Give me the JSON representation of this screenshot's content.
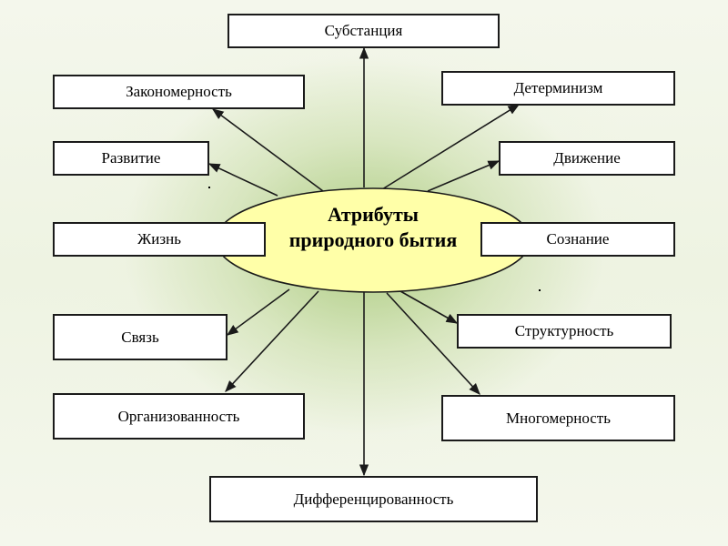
{
  "center": {
    "line1": "Атрибуты",
    "line2": "природного бытия"
  },
  "nodes": {
    "substance": "Субстанция",
    "regularity": "Закономерность",
    "determinism": "Детерминизм",
    "development": "Развитие",
    "movement": "Движение",
    "life": "Жизнь",
    "consciousness": "Сознание",
    "connection": "Связь",
    "structurality": "Структурность",
    "organization": "Организованность",
    "multidimensionality": "Многомерность",
    "differentiation": "Дифференцированность"
  },
  "colors": {
    "ellipse_fill": "#ffffa8",
    "ellipse_stroke": "#1a1a1a",
    "arrow": "#1a1a1a"
  }
}
